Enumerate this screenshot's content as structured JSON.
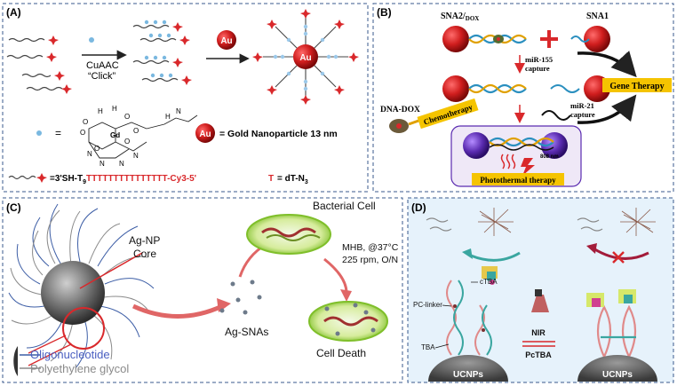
{
  "panel_a": {
    "label": "(A)",
    "reaction_line1": "CuAAC",
    "reaction_line2": "“Click”",
    "au_label": "Au",
    "legend_eq": "=",
    "legend_au": "Au",
    "legend_au_text": "= Gold Nanoparticle 13 nm",
    "chem_atoms": [
      "H",
      "H",
      "O",
      "O",
      "Gd",
      "O",
      "O",
      "O",
      "O",
      "N",
      "N",
      "N",
      "N",
      "H",
      "N"
    ],
    "seq_prefix": "=3'SH-T",
    "seq_sub": "9",
    "seq_body": "TTTTTTTTTTTTTTT",
    "seq_suffix": "-Cy3-5'",
    "t_def": "T",
    "t_def_text": "= dT-N",
    "t_def_sub": "3"
  },
  "panel_b": {
    "label": "(B)",
    "sna2": "SNA2/",
    "sna2_sub": "DOX",
    "sna1": "SNA1",
    "mir155": "miR-155",
    "capture1": "capture",
    "dna_dox": "DNA-DOX",
    "chemo": "Chemotherapy",
    "mir21": "miR-21",
    "capture2": "capture",
    "gene": "Gene Therapy",
    "nm": "808 nm",
    "photo": "Photothermal therapy"
  },
  "panel_c": {
    "label": "(C)",
    "core1": "Ag-NP",
    "core2": "Core",
    "bacterial": "Bacterial Cell",
    "cond1": "MHB, @37°C",
    "cond2": "225 rpm, O/N",
    "agsnas": "Ag-SNAs",
    "oligo": "Oligonucleotide",
    "peg": "Polyethylene glycol",
    "death": "Cell Death"
  },
  "panel_d": {
    "label": "(D)",
    "ctba": "cTBA",
    "pclinker": "PC-linker",
    "tba": "TBA",
    "nir": "NIR",
    "pctba": "PcTBA",
    "ucnps_left": "UCNPs",
    "ucnps_right": "UCNPs"
  },
  "colors": {
    "panel_border": "#3a5a8c",
    "gold_red": "#d9282b",
    "sna_red": "#c8161b",
    "highlight_yellow": "#f5c400",
    "green_cell": "#8cc63f",
    "panel_d_bg": "#e6f2fb"
  }
}
